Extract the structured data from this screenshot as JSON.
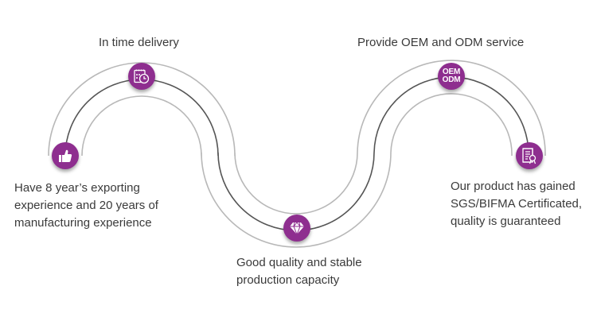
{
  "colors": {
    "accent": "#8e2e8f",
    "center_line": "#555555",
    "outer_line": "#b5b5b5",
    "text": "#3a3a3a"
  },
  "steps": [
    {
      "icon": "thumbs-up-icon",
      "text": [
        "Have 8 year’s exporting",
        "experience and 20 years of",
        "manufacturing experience"
      ]
    },
    {
      "icon": "calendar-clock-icon",
      "text": [
        "In time delivery"
      ]
    },
    {
      "icon": "diamond-icon",
      "text": [
        "Good quality and stable",
        "production capacity"
      ]
    },
    {
      "icon": "oem-odm-badge",
      "badge_lines": [
        "OEM",
        "ODM"
      ],
      "text": [
        "Provide OEM and ODM service"
      ]
    },
    {
      "icon": "certificate-icon",
      "text": [
        "Our product has gained",
        "SGS/BIFMA Certificated,",
        "quality is guaranteed"
      ]
    }
  ]
}
